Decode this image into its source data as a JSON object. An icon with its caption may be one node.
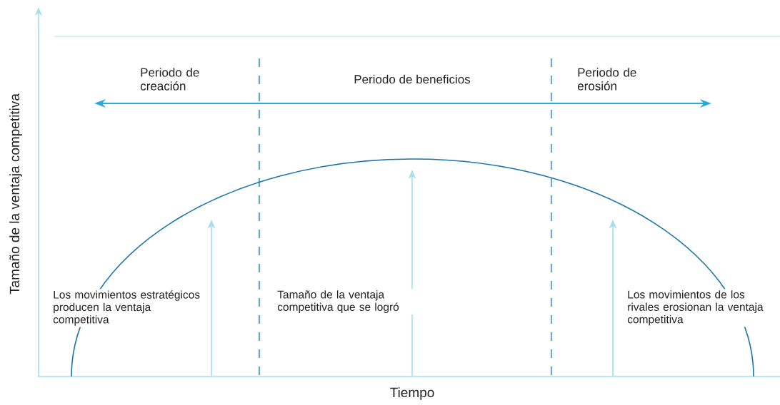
{
  "diagram": {
    "labels": [
      "Periodo de creación",
      "Periodo de beneficios",
      "Periodo de erosión",
      "Los movimientos estratégicos producen la ventaja competitiva",
      "Tamaño de la ventaja competitiva que se logró",
      "Los movimientos de los rivales erosionan la ventaja competitiva",
      "Tamaño de la ventaja competitiva",
      "Tiempo"
    ]
  }
}
